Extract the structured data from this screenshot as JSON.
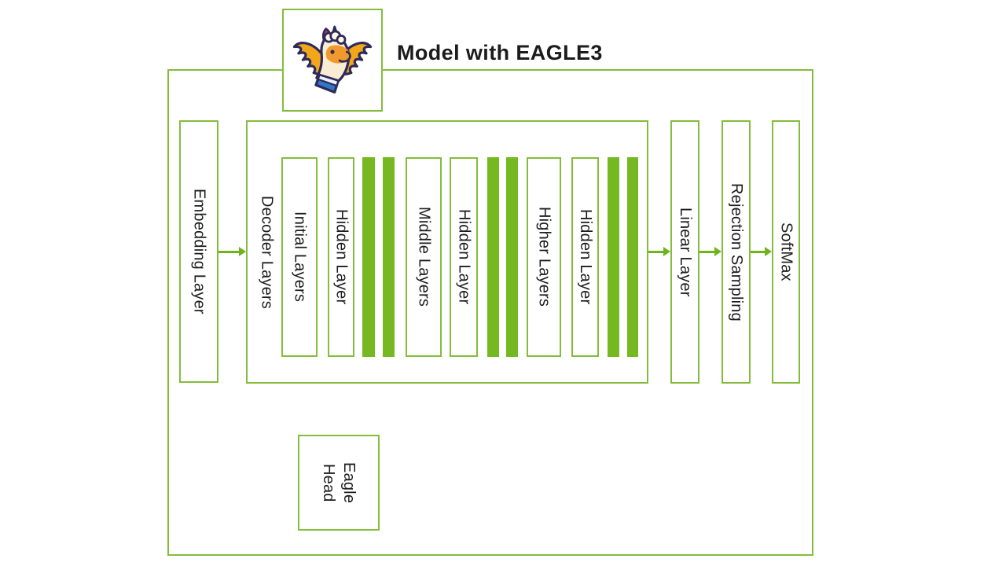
{
  "title": "Model with EAGLE3",
  "logo": {
    "name": "winged-llama-mascot"
  },
  "colors": {
    "green_border": "#84bd3c",
    "green_bar": "#76b822",
    "green_arrow": "#6fb31f",
    "text": "#1c1c1c",
    "background": "#ffffff"
  },
  "pipeline": {
    "embedding": {
      "label": "Embedding Layer"
    },
    "decoder": {
      "label": "Decoder Layers",
      "children": [
        {
          "type": "box",
          "label": "Initial Layers"
        },
        {
          "type": "box",
          "label": "Hidden Layer"
        },
        {
          "type": "bar"
        },
        {
          "type": "bar"
        },
        {
          "type": "box",
          "label": "Middle Layers"
        },
        {
          "type": "box",
          "label": "Hidden Layer"
        },
        {
          "type": "bar"
        },
        {
          "type": "bar"
        },
        {
          "type": "box",
          "label": "Higher Layers"
        },
        {
          "type": "box",
          "label": "Hidden Layer"
        },
        {
          "type": "bar"
        },
        {
          "type": "bar"
        }
      ]
    },
    "linear": {
      "label": "Linear Layer"
    },
    "rejection": {
      "label": "Rejection Sampling"
    },
    "softmax": {
      "label": "SoftMax"
    },
    "eagle_head": {
      "lines": [
        "Eagle",
        "Head"
      ]
    }
  }
}
